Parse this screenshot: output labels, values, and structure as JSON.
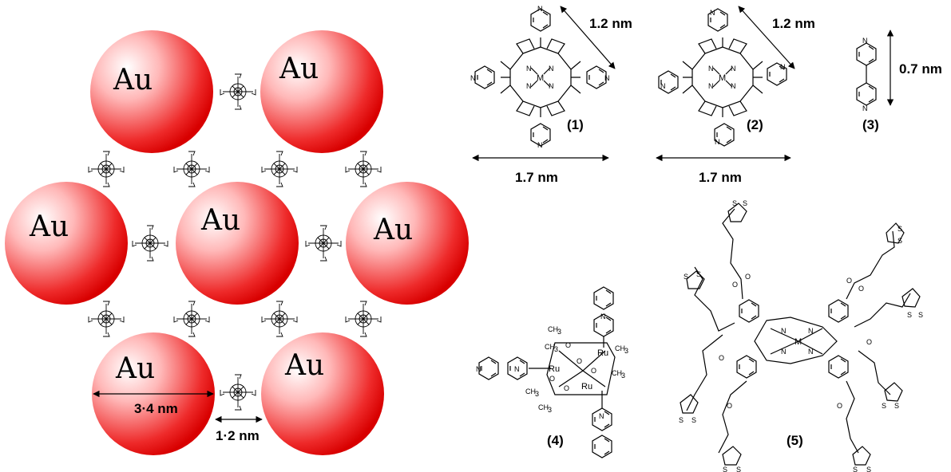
{
  "lattice": {
    "particle_label": "Au",
    "particle_diameter_label": "3·4 nm",
    "gap_label": "1·2 nm"
  },
  "compounds": {
    "c1": {
      "number": "(1)",
      "width_label": "1.7 nm",
      "arm_label": "1.2 nm",
      "metal": "M",
      "nitrogen": "N"
    },
    "c2": {
      "number": "(2)",
      "width_label": "1.7 nm",
      "arm_label": "1.2 nm",
      "metal": "M",
      "nitrogen": "N"
    },
    "c3": {
      "number": "(3)",
      "length_label": "0.7 nm",
      "nitrogen": "N"
    },
    "c4": {
      "number": "(4)",
      "metal": "Ru",
      "oxygen": "O",
      "methyl": "CH",
      "methyl_sub": "3",
      "nitrogen": "N"
    },
    "c5": {
      "number": "(5)",
      "metal": "M",
      "nitrogen": "N",
      "sulfur": "S",
      "oxygen": "O"
    }
  },
  "colors": {
    "particle_center": "#ffffff",
    "particle_edge": "#e00000"
  }
}
